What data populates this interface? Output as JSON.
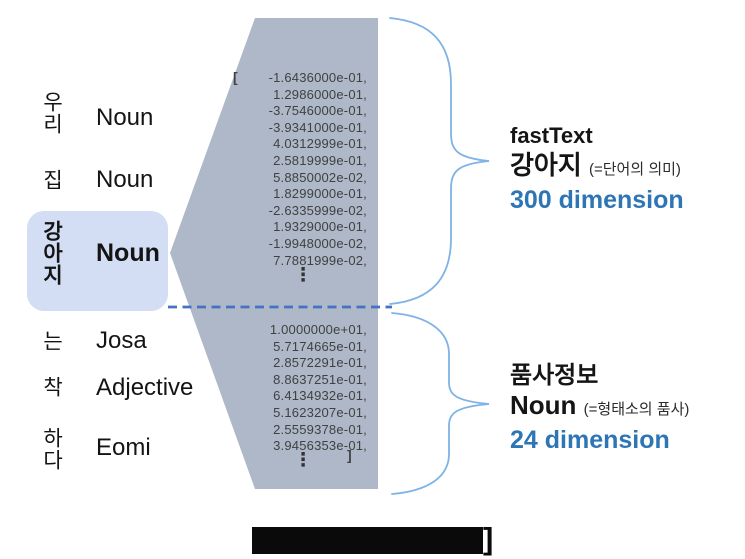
{
  "words": [
    {
      "korean": "우리",
      "pos": "Noun"
    },
    {
      "korean": "집",
      "pos": "Noun"
    },
    {
      "korean": "강아지",
      "pos": "Noun"
    },
    {
      "korean": "는",
      "pos": "Josa"
    },
    {
      "korean": "착",
      "pos": "Adjective"
    },
    {
      "korean": "하다",
      "pos": "Eomi"
    }
  ],
  "vector": {
    "open_bracket": "[",
    "close_bracket": "]",
    "ellipsis": "⋮",
    "fasttext_values": [
      "-1.6436000e-01,",
      "1.2986000e-01,",
      "-3.7546000e-01,",
      "-3.9341000e-01,",
      "4.0312999e-01,",
      "2.5819999e-01,",
      "5.8850002e-02,",
      "1.8299000e-01,",
      "-2.6335999e-02,",
      "1.9329000e-01,",
      "-1.9948000e-02,",
      "7.7881999e-02,"
    ],
    "pos_values": [
      "1.0000000e+01,",
      "5.7174665e-01,",
      "2.8572291e-01,",
      "8.8637251e-01,",
      "6.4134932e-01,",
      "5.1623207e-01,",
      "2.5559378e-01,",
      "3.9456353e-01,"
    ]
  },
  "labels": {
    "fasttext": {
      "title": "fastText",
      "word": "강아지",
      "note": "(=단어의 의미)",
      "dimension": "300 dimension"
    },
    "pos": {
      "title": "품사정보",
      "word": "Noun",
      "note": "(=형태소의 품사)",
      "dimension": "24 dimension"
    }
  },
  "caption": {
    "bracket": "]"
  },
  "colors": {
    "funnel": "#aeb8c8",
    "highlight": "#d3ddf3",
    "dash": "#4472c4",
    "brace": "#7fb3e6",
    "dim": "#2e75b6",
    "vec": "#414141"
  }
}
